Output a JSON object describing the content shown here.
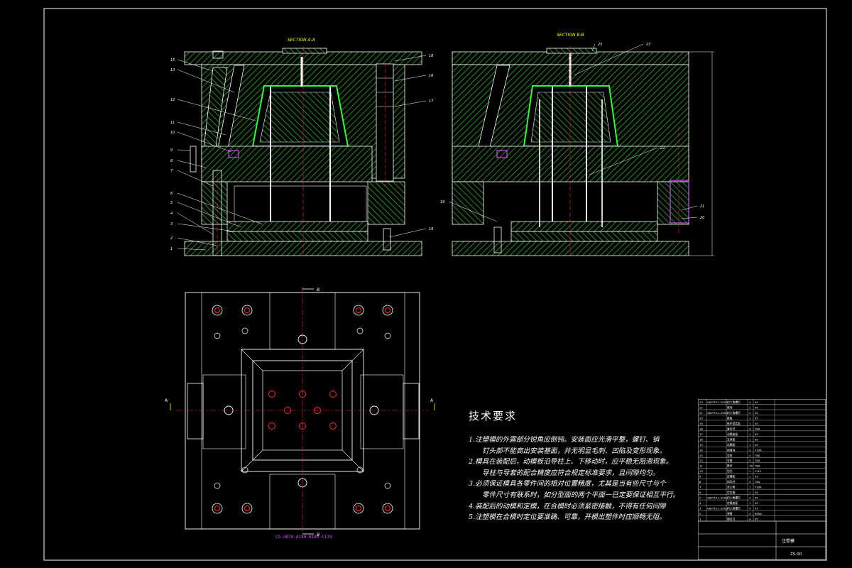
{
  "drawing": {
    "section_a_title": "SECTION A-A",
    "section_b_title": "SECTION B-B",
    "plan_caption": "CS-4870-A180-B180-C178",
    "plan_cut_label_b_top": "B",
    "plan_cut_label_b_bottom": "B",
    "plan_cut_label_a_left": "A",
    "plan_cut_label_a_right": "A",
    "left_balloons": [
      "15",
      "13",
      "12",
      "11",
      "10",
      "9",
      "8",
      "7",
      "6",
      "5",
      "4",
      "3",
      "2",
      "1"
    ],
    "left_top_right_balloons": [
      "18",
      "16",
      "17"
    ],
    "left_bottom_right_balloon": "19",
    "right_balloons_top": [
      "25",
      "23"
    ],
    "right_balloons_mid": [
      "22",
      "21",
      "20"
    ],
    "right_balloon_left": "19"
  },
  "notes": {
    "title": "技术要求",
    "lines": [
      "1.注塑模的外露部分锐角应倒钝。安装面应光滑平整，螺钉、销",
      "钉头部不能高出安装基面，并无明显毛刺、凹陷及变形现象。",
      "2.模具在装配后，动模板沿导柱上、下移动时，应平稳无阻滞现象。",
      "导柱与导套的配合精度应符合规定标准要求，且间隙均匀。",
      "3.必须保证模具各零件间的相对位置精度，尤其是当有些尺寸与个",
      "零件尺寸有联系时，如分型面的两个平面一已定要保证相互平行。",
      "4.装配后的动模和定模，在合模时必须紧密接触，不得有任何间隙",
      "5.注塑模在合模时定位要准确、可靠，开模出塑件时应顺畅无阻。"
    ]
  },
  "title_block": {
    "bom_rows": [
      [
        "GB/T70.1-2000",
        "内六角螺钉",
        "4",
        "45",
        ""
      ],
      [
        "",
        "垫块",
        "2",
        "45",
        ""
      ],
      [
        "GB/T70.1-2000",
        "内六角螺钉",
        "4",
        "45",
        ""
      ],
      [
        "",
        "推板",
        "1",
        "45",
        ""
      ],
      [
        "",
        "推杆固定板",
        "1",
        "45",
        ""
      ],
      [
        "",
        "复位杆",
        "4",
        "T8A",
        ""
      ],
      [
        "",
        "动模座板",
        "1",
        "45",
        ""
      ],
      [
        "",
        "支承板",
        "1",
        "45",
        ""
      ],
      [
        "",
        "动模板",
        "1",
        "45",
        ""
      ],
      [
        "",
        "斜滑块",
        "2",
        "T10A",
        ""
      ],
      [
        "",
        "导柱",
        "4",
        "T8A",
        ""
      ],
      [
        "",
        "导套",
        "4",
        "T8A",
        ""
      ],
      [
        "",
        "推杆",
        "16",
        "T8A",
        ""
      ],
      [
        "",
        "型芯",
        "1",
        "Cr12",
        ""
      ],
      [
        "",
        "定模板",
        "1",
        "45",
        ""
      ],
      [
        "",
        "斜导柱",
        "2",
        "T8A",
        ""
      ],
      [
        "",
        "浇口套",
        "1",
        "T10A",
        ""
      ],
      [
        "",
        "定位圈",
        "1",
        "45",
        ""
      ],
      [
        "GB/T70.1-2000",
        "内六角螺钉",
        "4",
        "45",
        ""
      ],
      [
        "",
        "定模座板",
        "1",
        "45",
        ""
      ],
      [
        "GB/T70.1-2000",
        "内六角螺钉",
        "4",
        "45",
        ""
      ],
      [
        "",
        "弹簧",
        "4",
        "65Mn",
        ""
      ],
      [
        "",
        "限位钉",
        "4",
        "45",
        ""
      ]
    ],
    "drawing_name": "注塑模",
    "drawing_number": "ZS-00"
  },
  "colors": {
    "line": "#ffffff",
    "hatch": "#2fae2f",
    "edge_green": "#2eff2e",
    "red": "#ff2a2a",
    "magenta": "#d84cff",
    "yellow": "#ffff00"
  }
}
